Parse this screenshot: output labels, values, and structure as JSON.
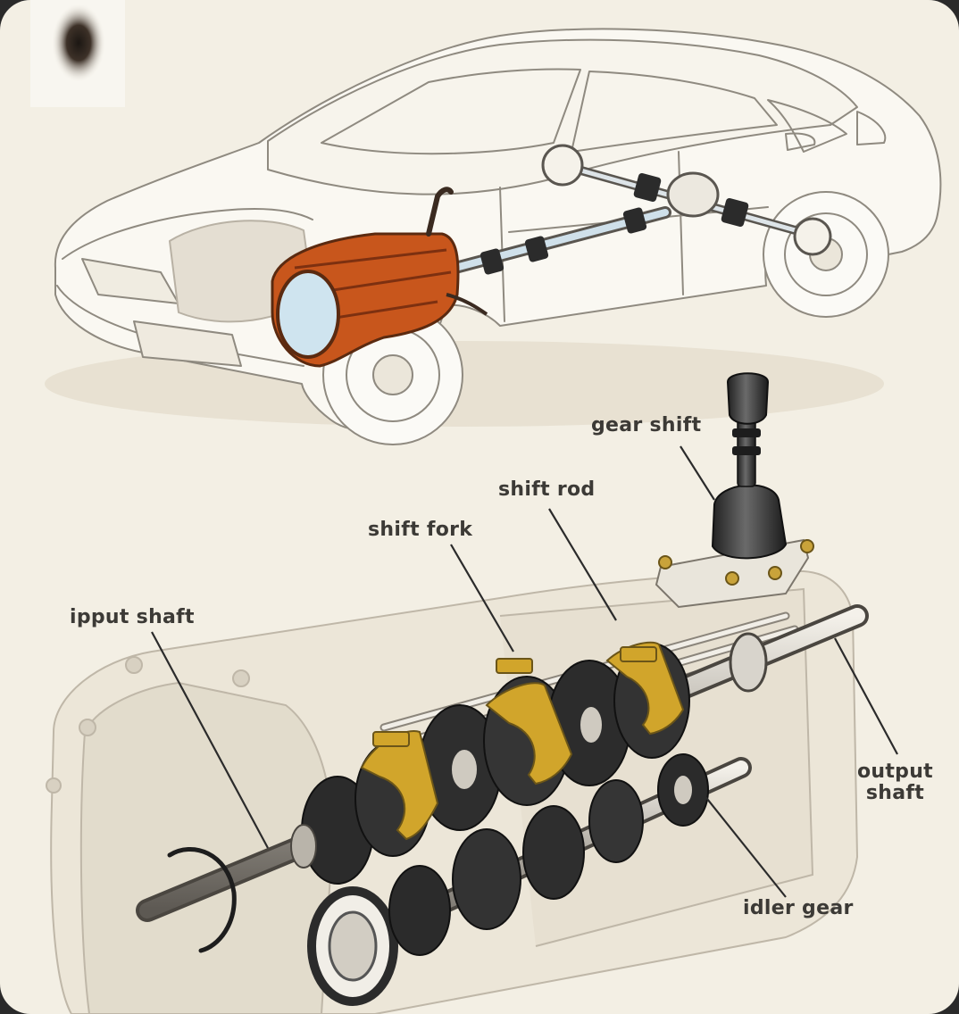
{
  "diagram": {
    "labels": {
      "gear_shift": "gear shift",
      "shift_rod": "shift rod",
      "shift_fork": "shift fork",
      "input_shaft": "ipput shaft",
      "output_shaft_line1": "output",
      "output_shaft_line2": "shaft",
      "idler_gear": "idler gear"
    },
    "colors": {
      "background": "#f3efe4",
      "transmission_highlight": "#c8561c",
      "shift_fork": "#d1a52b",
      "line_art": "#8f8a80",
      "gear_dark": "#2b2b2b"
    }
  }
}
